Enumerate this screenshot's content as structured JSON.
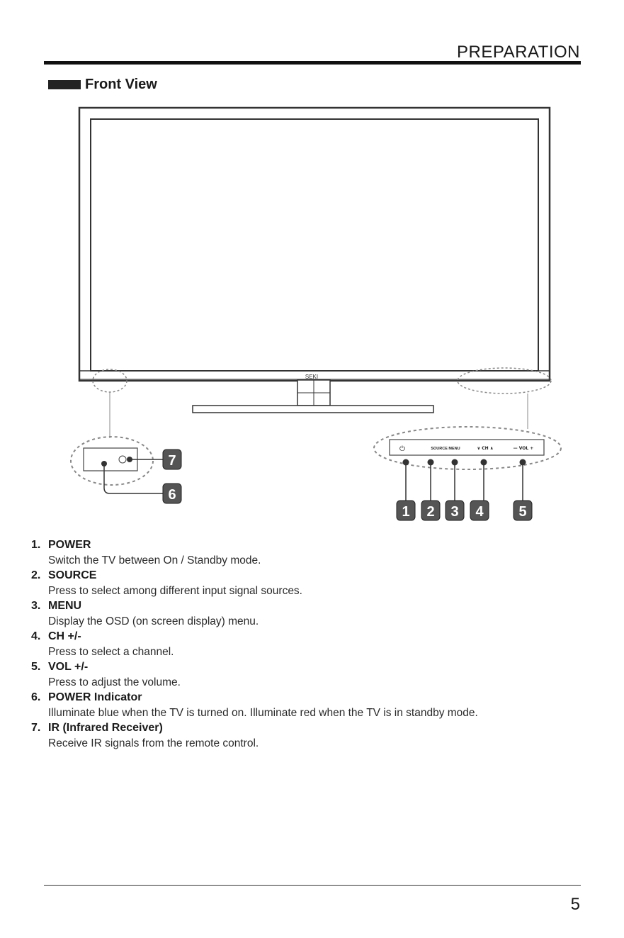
{
  "header": {
    "section": "PREPARATION"
  },
  "section": {
    "title": "Front View"
  },
  "tv": {
    "brand": "SEKI"
  },
  "control_panel": {
    "power_symbol": "⏻",
    "source_menu": "SOURCE MENU",
    "ch_label": "∨ CH ∧",
    "vol_label": "— VOL +"
  },
  "callouts": [
    "1",
    "2",
    "3",
    "4",
    "5",
    "6",
    "7"
  ],
  "items": [
    {
      "num": "1.",
      "title": "POWER",
      "desc": "Switch the TV between On / Standby mode."
    },
    {
      "num": "2.",
      "title": "SOURCE",
      "desc": "Press to select among different input signal sources."
    },
    {
      "num": "3.",
      "title": "MENU",
      "desc": "Display the OSD (on screen display) menu."
    },
    {
      "num": "4.",
      "title": "CH +/-",
      "desc": "Press to select a channel."
    },
    {
      "num": "5.",
      "title": "VOL +/-",
      "desc": "Press to adjust the volume."
    },
    {
      "num": "6.",
      "title": "POWER Indicator",
      "desc": "Illuminate blue when the TV is turned on. Illuminate red when the TV is in standby mode."
    },
    {
      "num": "7.",
      "title": "IR (Infrared Receiver)",
      "desc": "Receive IR signals from the remote control."
    }
  ],
  "footer": {
    "page_number": "5"
  }
}
